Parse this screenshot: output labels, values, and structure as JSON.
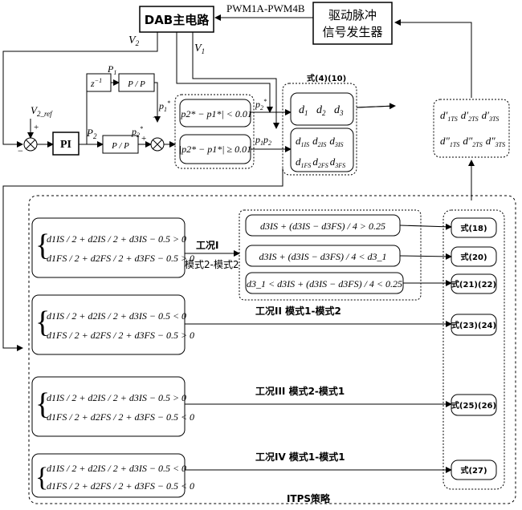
{
  "top": {
    "dab": "DAB主电路",
    "pwm_label": "PWM1A-PWM4B",
    "driver_line1": "驱动脉冲",
    "driver_line2": "信号发生器",
    "v2": "V",
    "v2_sub": "2",
    "v1": "V",
    "v1_sub": "1"
  },
  "control": {
    "vref": "V",
    "vref_sub": "2_ref",
    "pi": "PI",
    "zinv": "z",
    "zinv_sup": "−1",
    "p1_top": "P",
    "p1_top_sub": "1",
    "p1pn": "P / P",
    "p2pn": "P / P",
    "p2_label": "P",
    "p2_label_sub": "2",
    "p2star": "p",
    "p1star": "p",
    "plus": "+",
    "minus": "−"
  },
  "conditions": {
    "cond_lt": "|p2* − p1*| < 0.01",
    "cond_ge": "|p2* − p1*| ≥ 0.01",
    "p2star_out": "p",
    "p1p2_out": "p",
    "formula_ref": "式(4)(10)",
    "d_row": [
      "d",
      "d",
      "d"
    ],
    "dis_row": "d d d",
    "dfs_row": "d d d"
  },
  "outputs": {
    "row1": [
      "d′",
      "d′",
      "d′"
    ],
    "row2": [
      "d″",
      "d″",
      "d″"
    ]
  },
  "cases": {
    "case1_label": "工况I",
    "case1_mode": "模式2-模式2",
    "case2_label": "工况II 模式1-模式2",
    "case3_label": "工况III 模式2-模式1",
    "case4_label": "工况IV  模式1-模式1",
    "sub_cond_1": "d3IS + (d3IS − d3FS) / 4 > 0.25",
    "sub_cond_2": "d3IS + (d3IS − d3FS) / 4 < d3_1",
    "sub_cond_3": "d3_1 < d3IS + (d3IS − d3FS) / 4 < 0.25",
    "formulas": [
      "式(18)",
      "式(20)",
      "式(21)(22)",
      "式(23)(24)",
      "式(25)(26)",
      "式(27)"
    ],
    "strategy": "ITPS策略"
  },
  "inequalities": {
    "g1": [
      "d1IS / 2 + d2IS / 2 + d3IS − 0.5 > 0",
      "d1FS / 2 + d2FS / 2 + d3FS − 0.5 > 0"
    ],
    "g2": [
      "d1IS / 2 + d2IS / 2 + d3IS − 0.5 < 0",
      "d1FS / 2 + d2FS / 2 + d3FS − 0.5 > 0"
    ],
    "g3": [
      "d1IS / 2 + d2IS / 2 + d3IS − 0.5 > 0",
      "d1FS / 2 + d2FS / 2 + d3FS − 0.5 < 0"
    ],
    "g4": [
      "d1IS / 2 + d2IS / 2 + d3IS − 0.5 < 0",
      "d1FS / 2 + d2FS / 2 + d3FS − 0.5 < 0"
    ]
  }
}
